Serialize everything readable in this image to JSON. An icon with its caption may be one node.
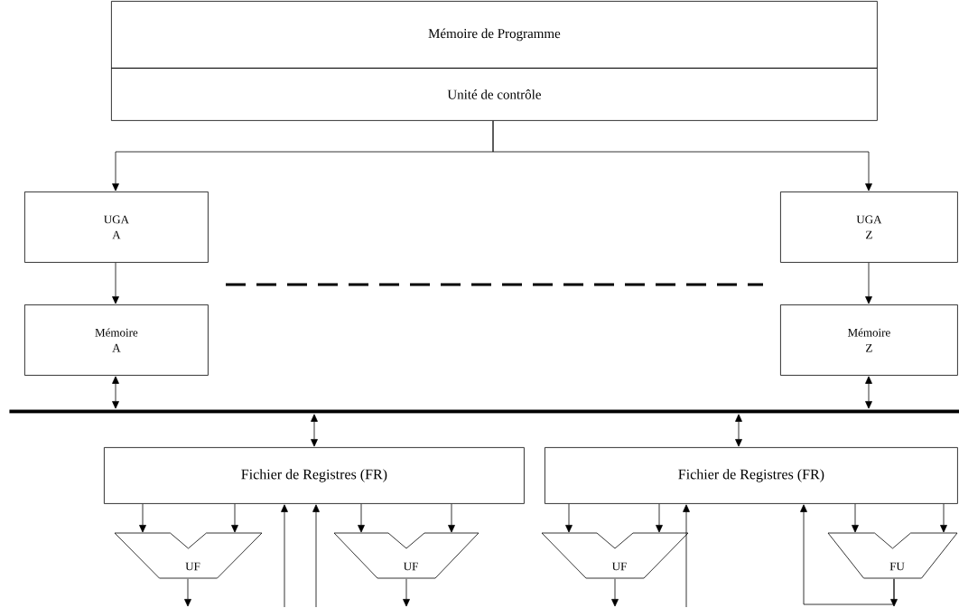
{
  "diagram": {
    "nodes": [
      {
        "text": [
          "Mémoire de Programme"
        ]
      },
      {
        "text": [
          "Unité de contrôle"
        ]
      },
      {
        "text": [
          "UGA",
          "A"
        ]
      },
      {
        "text": [
          "UGA",
          "Z"
        ]
      },
      {
        "text": [
          "Mémoire",
          "A"
        ]
      },
      {
        "text": [
          "Mémoire",
          "Z"
        ]
      },
      {
        "text": [],
        "shape": "bar"
      },
      {
        "text": [
          "Fichier de Registres (FR)"
        ]
      },
      {
        "text": [
          "Fichier de Registres (FR)"
        ]
      },
      {
        "text": [
          "UF"
        ]
      },
      {
        "text": [
          "UF"
        ]
      },
      {
        "text": [
          "UF"
        ]
      },
      {
        "text": [
          "FU"
        ]
      }
    ],
    "edges": [
      {
        "from": 1,
        "to": 2,
        "arrow": "to"
      },
      {
        "from": 1,
        "to": 3,
        "arrow": "to"
      },
      {
        "from": 2,
        "to": 4,
        "arrow": "to"
      },
      {
        "from": 3,
        "to": 5,
        "arrow": "to"
      },
      {
        "from": 4,
        "to": 6,
        "arrow": "both"
      },
      {
        "from": 5,
        "to": 6,
        "arrow": "both"
      },
      {
        "from": 6,
        "to": 7,
        "arrow": "both"
      },
      {
        "from": 6,
        "to": 8,
        "arrow": "both"
      },
      {
        "from": 7,
        "to": 9,
        "arrow": "to"
      },
      {
        "from": 7,
        "to": 9,
        "arrow": "to"
      },
      {
        "from": 7,
        "to": 10,
        "arrow": "to"
      },
      {
        "from": 7,
        "to": 10,
        "arrow": "to"
      },
      {
        "from": 8,
        "to": 11,
        "arrow": "to"
      },
      {
        "from": 8,
        "to": 11,
        "arrow": "to"
      },
      {
        "from": 8,
        "to": 12,
        "arrow": "to"
      },
      {
        "from": 8,
        "to": 12,
        "arrow": "to"
      },
      {
        "from": 9,
        "to": null,
        "arrow": "to"
      },
      {
        "from": 10,
        "to": null,
        "arrow": "to"
      },
      {
        "from": 11,
        "to": null,
        "arrow": "to"
      },
      {
        "from": 12,
        "to": null,
        "arrow": "to"
      },
      {
        "from": null,
        "to": 7,
        "arrow": "to"
      },
      {
        "from": null,
        "to": 7,
        "arrow": "to"
      },
      {
        "from": null,
        "to": 8,
        "arrow": "to"
      },
      {
        "from": 12,
        "to": 8,
        "arrow": "to"
      }
    ]
  }
}
